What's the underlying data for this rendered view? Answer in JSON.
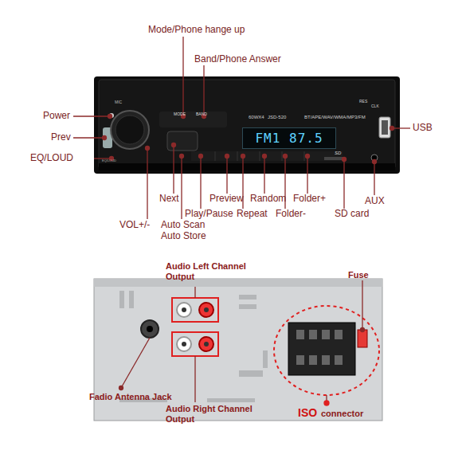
{
  "diagram": {
    "nodes": [
      {
        "text": [
          "FM1 87.5"
        ]
      }
    ],
    "labels": [
      "Mode/Phone hange up",
      "Band/Phone Answer",
      "Power",
      "Prev",
      "EQ/LOUD",
      "USB",
      "Next",
      "VOL+/-",
      "Auto Scan Auto Store",
      "Play/Pause",
      "Preview",
      "Repeat",
      "Random",
      "Folder-",
      "Folder+",
      "SD card",
      "AUX",
      "Audio Left Channel Output",
      "Fuse",
      "Fadio Antenna Jack",
      "Audio Right Channel Output",
      "ISO",
      "connector",
      "MIC",
      "MODE",
      "BAND",
      "60WX4",
      "JSD-520",
      "BT/APE/WAV/WMA/MP3/FM",
      "RES",
      "CLK",
      "EQ/LOUD",
      "SD"
    ]
  }
}
